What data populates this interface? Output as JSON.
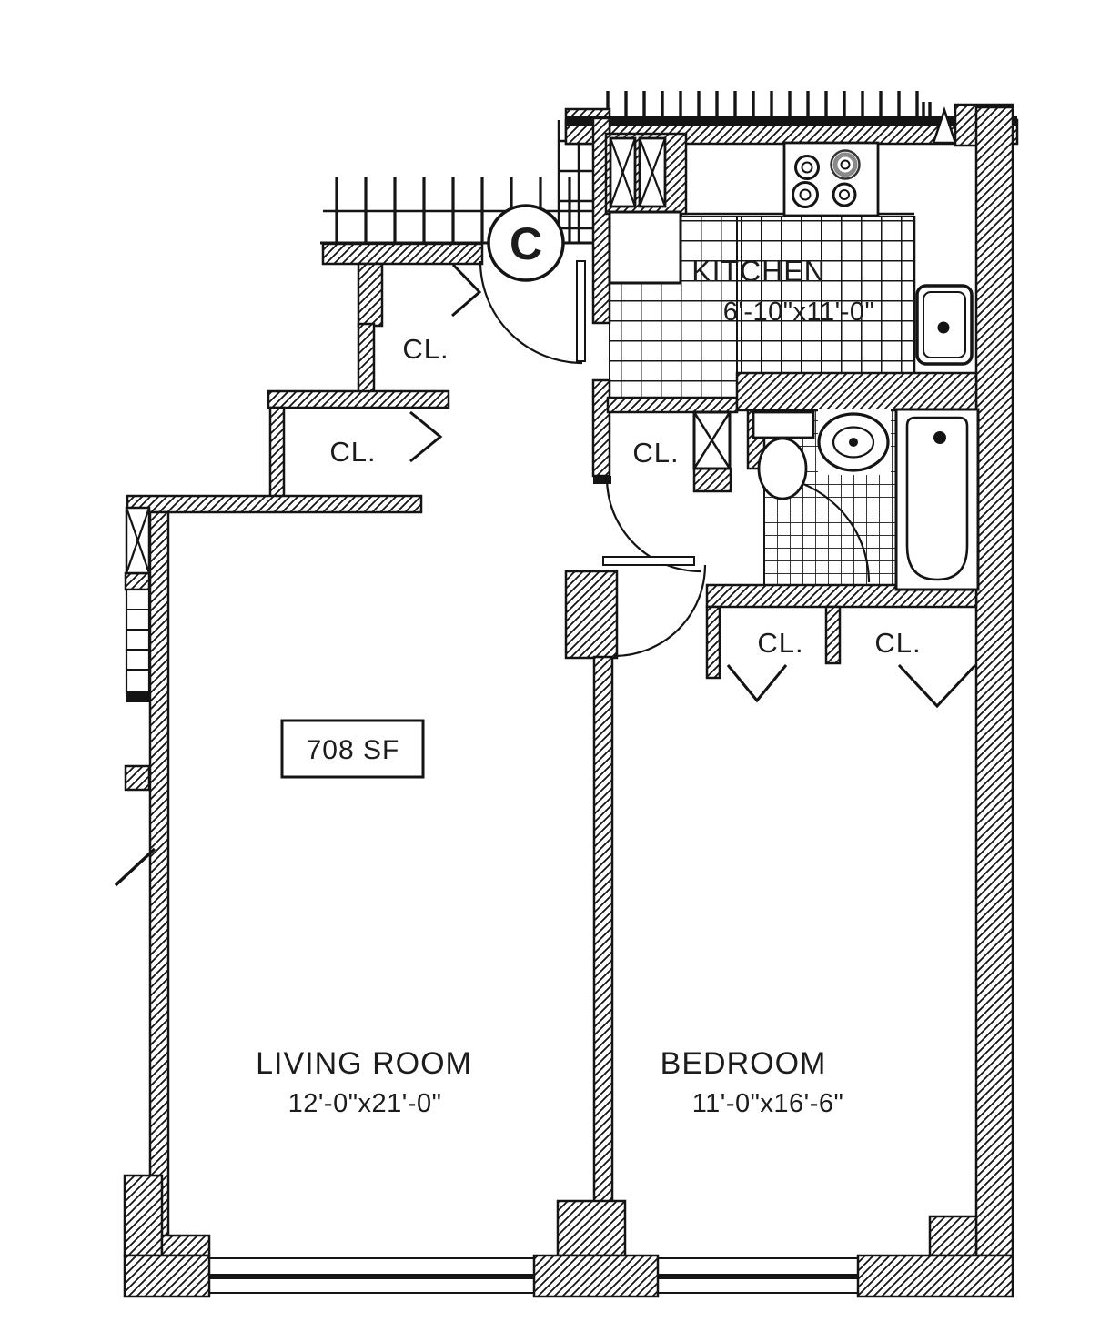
{
  "plan": {
    "core_label": "C",
    "area_badge": "708 SF",
    "rooms": {
      "kitchen": {
        "name": "KITCHEN",
        "dims": "6'-10\"x11'-0\""
      },
      "living_room": {
        "name": "LIVING ROOM",
        "dims": "12'-0\"x21'-0\""
      },
      "bedroom": {
        "name": "BEDROOM",
        "dims": "11'-0\"x16'-6\""
      }
    },
    "closets": {
      "foyer": "CL.",
      "living": "CL.",
      "hall": "CL.",
      "bedroom_left": "CL.",
      "bedroom_right": "CL."
    },
    "colors": {
      "ink": "#141414",
      "paper": "#ffffff",
      "burner_accent": "#8a8a8a"
    }
  }
}
